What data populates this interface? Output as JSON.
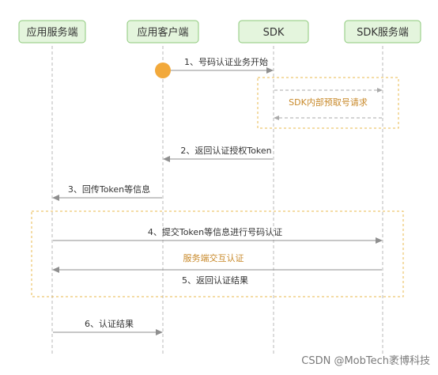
{
  "participants": [
    {
      "label": "应用服务端"
    },
    {
      "label": "应用客户端"
    },
    {
      "label": "SDK"
    },
    {
      "label": "SDK服务端"
    }
  ],
  "messages": [
    {
      "label": "1、号码认证业务开始"
    },
    {
      "label": "SDK内部预取号请求"
    },
    {
      "label": "2、返回认证授权Token"
    },
    {
      "label": "3、回传Token等信息"
    },
    {
      "label": "4、提交Token等信息进行号码认证"
    },
    {
      "label": "服务端交互认证"
    },
    {
      "label": "5、返回认证结果"
    },
    {
      "label": "6、认证结果"
    }
  ],
  "watermark": "CSDN @MobTech袤博科技",
  "colors": {
    "participant_fill": "#e4f5dd",
    "participant_border": "#8cc97a",
    "group_border": "#e8b94e",
    "group_text": "#c8892a",
    "start_dot": "#f2a93b",
    "line_gray": "#b9b9b9",
    "arrow_gray": "#8f8f8f"
  }
}
